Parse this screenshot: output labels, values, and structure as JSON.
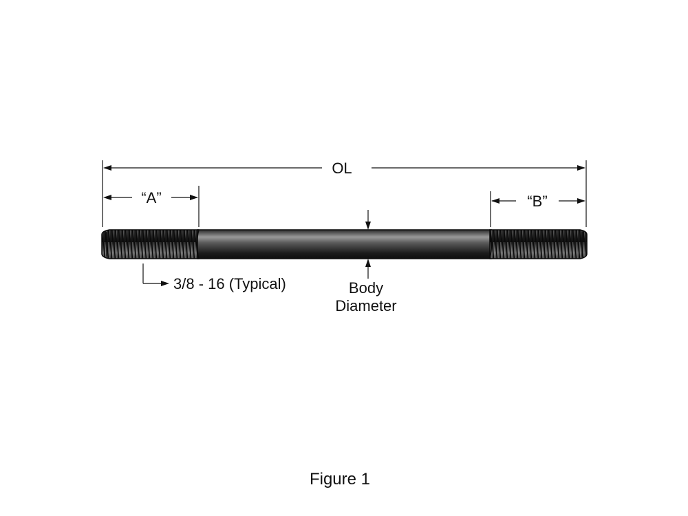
{
  "labels": {
    "overall_length": "OL",
    "thread_a": "“A”",
    "thread_b": "“B”",
    "thread_spec": "3/8 - 16 (Typical)",
    "body_line1": "Body",
    "body_line2": "Diameter"
  },
  "caption": "Figure 1",
  "colors": {
    "line": "#111111",
    "stud_dark": "#1a1a1a",
    "stud_highlight": "#8f8f8f"
  }
}
